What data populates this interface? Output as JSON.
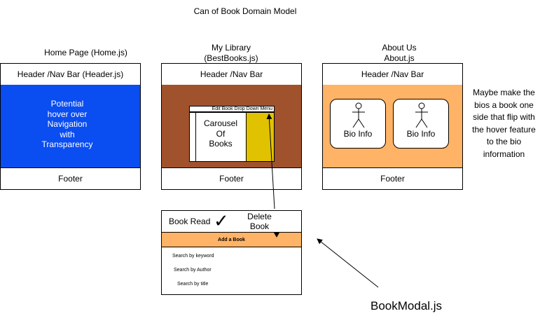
{
  "title": "Can of Book Domain Model",
  "home": {
    "label": "Home Page (Home.js)",
    "header": "Header /Nav Bar (Header.js)",
    "body": "Potential\nhover over\nNavigation\nwith\nTransparency",
    "footer": "Footer",
    "color": "#0a4df0"
  },
  "library": {
    "label_line1": "My Library",
    "label_line2": "(BestBooks.js)",
    "header": "Header /Nav Bar",
    "dropdown": "Edit Book Drop Down Menu",
    "carousel": "Carousel\nOf\nBooks",
    "footer": "Footer",
    "color": "#a0522d",
    "accent": "#e0c200"
  },
  "about": {
    "label_line1": "About Us",
    "label_line2": "About.js",
    "header": "Header /Nav Bar",
    "bio1": "Bio Info",
    "bio2": "Bio Info",
    "footer": "Footer",
    "color": "#ffb366"
  },
  "note": "Maybe make the\nbios a book one\nside that flip with\nthe hover feature\nto the bio\ninformation",
  "modal": {
    "book_read": "Book Read",
    "check": "✓",
    "delete": "Delete\nBook",
    "add": "Add a Book",
    "search_keyword": "Search by keyword",
    "search_author": "Search by Author",
    "search_title": "Search by title",
    "label": "BookModal.js"
  }
}
